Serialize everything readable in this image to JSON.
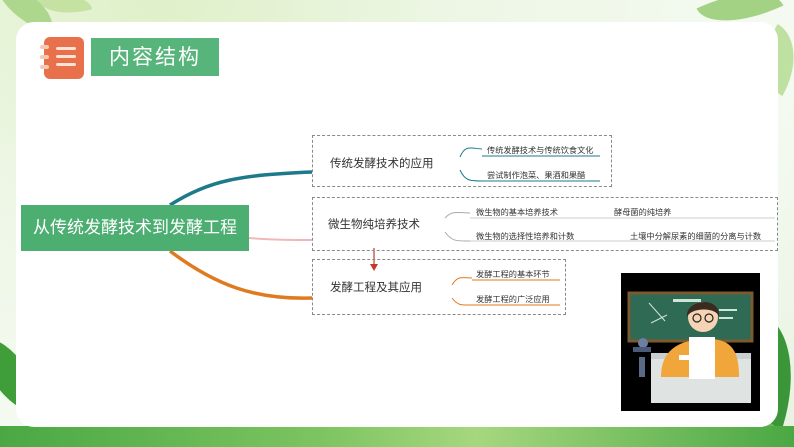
{
  "header": {
    "title": "内容结构",
    "icon": "notebook-icon"
  },
  "mindmap": {
    "root": "从传统发酵技术到发酵工程",
    "branches": [
      {
        "title": "传统发酵技术的应用",
        "items": [
          "传统发酵技术与传统饮食文化",
          "尝试制作泡菜、果酒和果醋"
        ]
      },
      {
        "title": "微生物纯培养技术",
        "items": [
          "微生物的基本培养技术",
          "微生物的选择性培养和计数"
        ],
        "sub_items": [
          "酵母菌的纯培养",
          "土壤中分解尿素的细菌的分离与计数"
        ]
      },
      {
        "title": "发酵工程及其应用",
        "items": [
          "发酵工程的基本环节",
          "发酵工程的广泛应用"
        ]
      }
    ]
  },
  "illustration": {
    "name": "teacher-with-microscope-illustration"
  },
  "colors": {
    "accent": "#4dae72",
    "branch1": "#1d7a8a",
    "branch2": "#f0b8b8",
    "branch3": "#e07a1f",
    "arrow": "#c0392b"
  }
}
